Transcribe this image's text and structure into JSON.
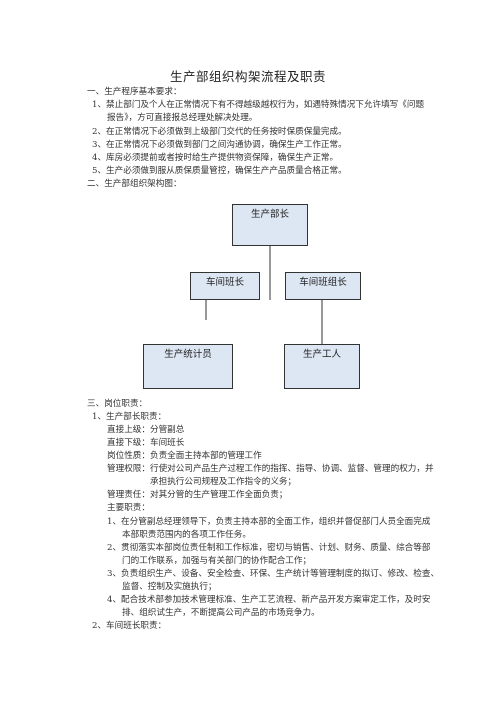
{
  "doc": {
    "title": "生产部组织构架流程及职责",
    "sec1_heading": "一、生产程序基本要求：",
    "req1_a": "1、禁止部门及个人在正常情况下有不得越级越权行为，如遇特殊情况下允许填写《问题",
    "req1_b": "报告》，方可直接报总经理处解决处理。",
    "req2": "2、在正常情况下必须做到上级部门交代的任务按时保质保量完成。",
    "req3": "3、在正常情况下必须做到部门之间沟通协调，确保生产工作正常。",
    "req4": "4、库房必须提前或者按时给生产提供物资保障，确保生产正常。",
    "req5": "5、生产必须做到服从质保质量管控，确保生产产品质量合格正常。",
    "sec2_heading": "二、生产部组织架构图：",
    "org": {
      "top": "生产部长",
      "mid_left": "车间班长",
      "mid_right": "车间班组长",
      "bot_left": "生产统计员",
      "bot_right": "生产工人"
    },
    "sec3_heading": "三、岗位职责：",
    "role1_heading": "1、生产部长职责：",
    "superior": "直接上级：分管副总",
    "subordinate": "直接下级：车间班长",
    "nature": "岗位性质：负责全面主持本部的管理工作",
    "authority_a": "管理权限：行使对公司产品生产过程工作的指挥、指导、协调、监督、管理的权力，并",
    "authority_b": "承担执行公司规程及工作指令的义务；",
    "responsibility": "管理责任：对其分管的生产管理工作全面负责；",
    "main_duties": "主要职责：",
    "duty1_a": "1、在分管副总经理领导下，负责主持本部的全面工作，组织并督促部门人员全面完成",
    "duty1_b": "本部职责范围内的各项工作任务。",
    "duty2_a": "2、贯彻落实本部岗位责任制和工作标准，密切与销售、计划、财务、质量、综合等部",
    "duty2_b": "门的工作联系，加强与有关部门的协作配合工作；",
    "duty3_a": "3、负责组织生产、设备、安全检查、环保、生产统计等管理制度的拟订、修改、检查、",
    "duty3_b": "监督、控制及实施执行；",
    "duty4_a": "4、配合技术部参加技术管理标准、生产工艺流程、新产品开发方案审定工作，及时安",
    "duty4_b": "排、组织试生产，不断提高公司产品的市场竞争力。",
    "role2_heading": "2、车间班长职责："
  }
}
